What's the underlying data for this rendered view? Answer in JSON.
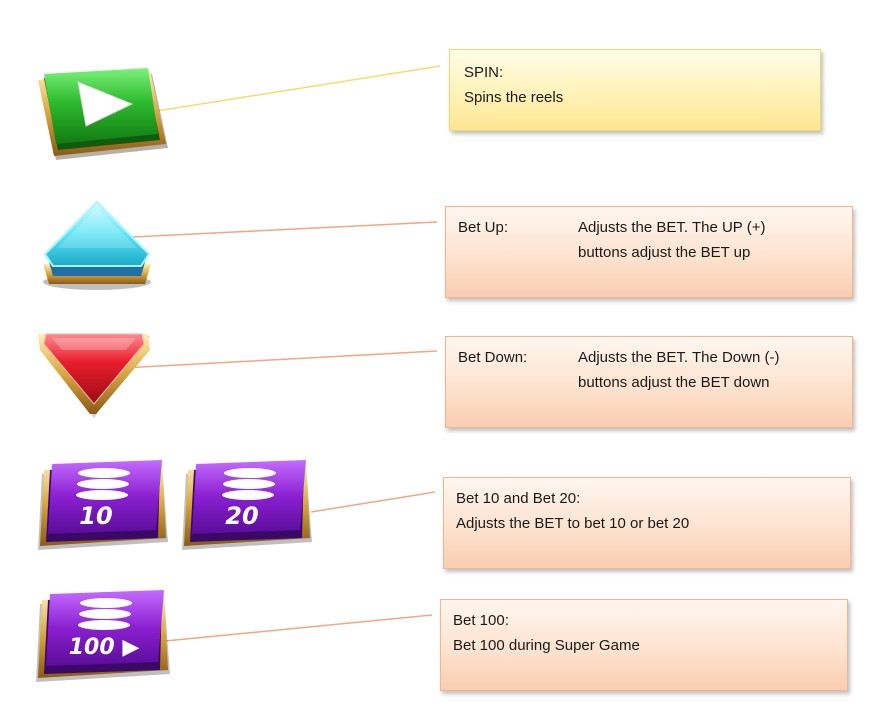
{
  "colors": {
    "spin_green": "#2dbb2d",
    "bet_up_cyan": "#5ee6f5",
    "bet_down_red": "#e81e2c",
    "chip_purple": "#8a1fd0",
    "gold_frame": "#c9962f",
    "box_yellow": "#fff2b8",
    "box_peach": "#fde1cd",
    "leader_yellow": "#f4dd6a",
    "leader_peach": "#f2a77f"
  },
  "icons": [
    "play-icon",
    "triangle-up-icon",
    "triangle-down-icon",
    "chip-stack-icon"
  ],
  "buttons": {
    "bet10_label": "10",
    "bet20_label": "20",
    "bet100_label": "100 ▶"
  },
  "callouts": {
    "spin": {
      "title": "SPIN:",
      "desc": "Spins the reels"
    },
    "bet_up": {
      "title": "Bet Up:",
      "line1": "Adjusts the BET. The UP (+)",
      "line2": "buttons adjust the BET up"
    },
    "bet_down": {
      "title": "Bet Down:",
      "line1": "Adjusts the BET. The Down (-)",
      "line2": "buttons adjust the BET down"
    },
    "bet10_20": {
      "title": "Bet 10 and Bet 20:",
      "desc": "Adjusts the BET to bet 10 or bet 20"
    },
    "bet100": {
      "title": "Bet 100:",
      "desc": "Bet 100 during Super Game"
    }
  }
}
